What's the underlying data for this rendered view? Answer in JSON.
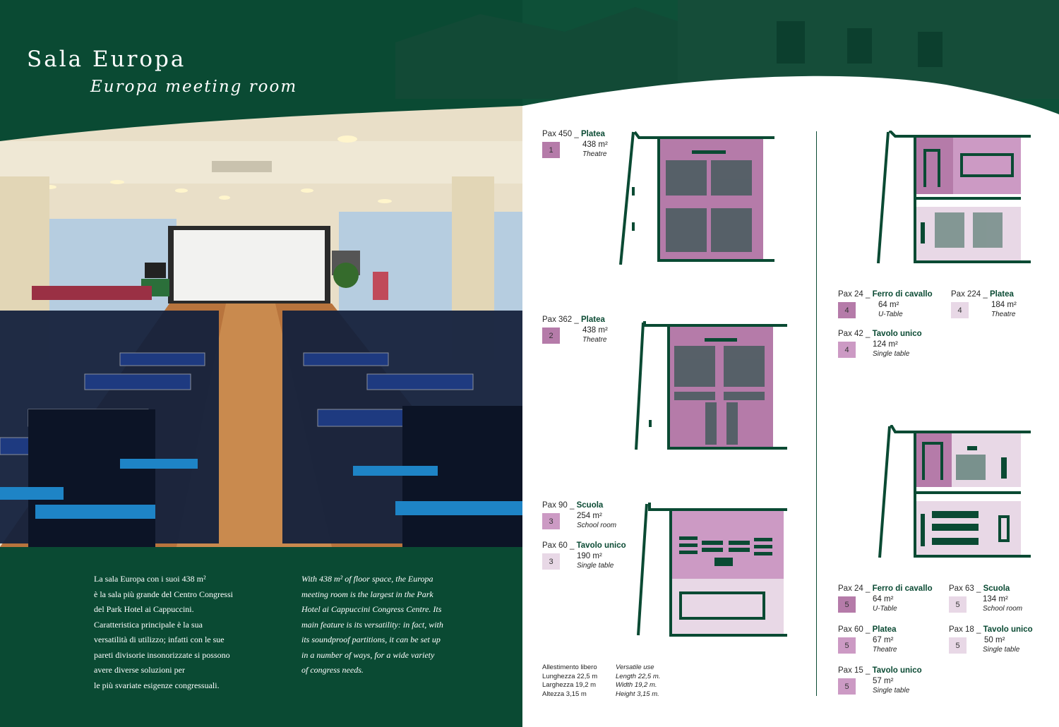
{
  "header": {
    "title": "Sala Europa",
    "subtitle": "Europa meeting room"
  },
  "colors": {
    "green": "#0a4a33",
    "dark": "#b57ba9",
    "medium": "#cc9ac4",
    "light": "#e8d8e6"
  },
  "description": {
    "it": [
      "La sala Europa con i suoi 438 m²",
      "è la sala più grande del Centro Congressi",
      "del Park Hotel ai Cappuccini.",
      "Caratteristica principale è la sua",
      "versatilità di utilizzo; infatti con le sue",
      "pareti divisorie insonorizzate si possono",
      "avere diverse soluzioni per",
      "le più svariate esigenze congressuali."
    ],
    "en": [
      "With 438 m² of floor space, the Europa",
      "meeting room is the largest in the Park",
      "Hotel ai Cappuccini Congress Centre. Its",
      "main feature is its versatility: in fact, with",
      "its soundproof partitions, it can be set up",
      "in a number of ways, for a wide variety",
      "of congress needs."
    ]
  },
  "entries": [
    {
      "pax": "Pax 450 _",
      "name": "Platea",
      "num": "1",
      "area": "438 m²",
      "en": "Theatre",
      "shade": "dk"
    },
    {
      "pax": "Pax 362 _",
      "name": "Platea",
      "num": "2",
      "area": "438 m²",
      "en": "Theatre",
      "shade": "dk"
    },
    {
      "pax": "Pax 90 _",
      "name": "Scuola",
      "num": "3",
      "area": "254 m²",
      "en": "School room",
      "shade": "md"
    },
    {
      "pax": "Pax 60 _",
      "name": "Tavolo unico",
      "num": "3",
      "area": "190 m²",
      "en": "Single table",
      "shade": "lt"
    },
    {
      "pax": "Pax 24 _",
      "name": "Ferro di cavallo",
      "num": "4",
      "area": "64 m²",
      "en": "U-Table",
      "shade": "dk"
    },
    {
      "pax": "Pax 224 _",
      "name": "Platea",
      "num": "4",
      "area": "184 m²",
      "en": "Theatre",
      "shade": "lt"
    },
    {
      "pax": "Pax 42 _",
      "name": "Tavolo unico",
      "num": "4",
      "area": "124 m²",
      "en": "Single table",
      "shade": "md"
    },
    {
      "pax": "Pax 24 _",
      "name": "Ferro di cavallo",
      "num": "5",
      "area": "64 m²",
      "en": "U-Table",
      "shade": "dk"
    },
    {
      "pax": "Pax 63 _",
      "name": "Scuola",
      "num": "5",
      "area": "134 m²",
      "en": "School room",
      "shade": "lt"
    },
    {
      "pax": "Pax 60 _",
      "name": "Platea",
      "num": "5",
      "area": "67 m²",
      "en": "Theatre",
      "shade": "md"
    },
    {
      "pax": "Pax 18 _",
      "name": "Tavolo unico",
      "num": "5",
      "area": "50 m²",
      "en": "Single table",
      "shade": "lt"
    },
    {
      "pax": "Pax 15 _",
      "name": "Tavolo unico",
      "num": "5",
      "area": "57 m²",
      "en": "Single table",
      "shade": "md"
    }
  ],
  "footnote": {
    "it": [
      "Allestimento libero",
      "Lunghezza 22,5 m",
      "Larghezza 19,2 m",
      "Altezza 3,15 m"
    ],
    "en": [
      "Versatile use",
      "Length 22,5 m.",
      "Width 19,2 m.",
      "Height 3,15 m."
    ]
  }
}
